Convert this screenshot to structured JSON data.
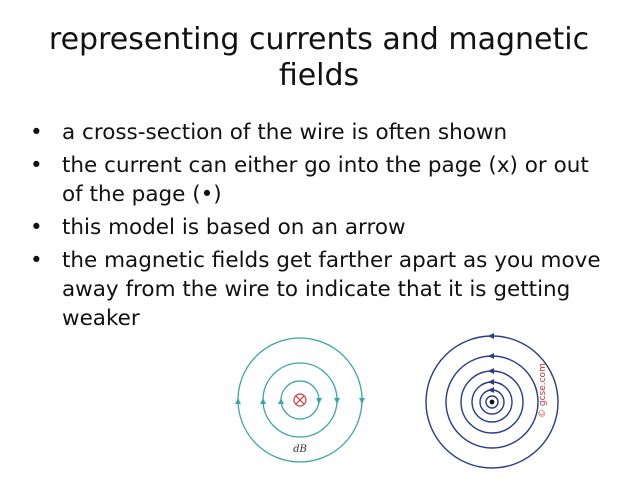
{
  "slide": {
    "title": "representing currents and magnetic fields",
    "bullets": [
      "a cross-section of the wire is often shown",
      "the current can either go into the page (x) or out of the page (•)",
      "this model is based on an arrow",
      "the magnetic fields get farther apart as you move away from the wire to indicate that it is getting weaker"
    ],
    "bullet_symbol": "•"
  },
  "figures": {
    "left": {
      "label": "dB",
      "center_symbol": "⊗",
      "color": "#3aa6a6",
      "center_color": "#d23c3c"
    },
    "right": {
      "color": "#2a3a8c"
    },
    "credit": "© gcse.com"
  }
}
